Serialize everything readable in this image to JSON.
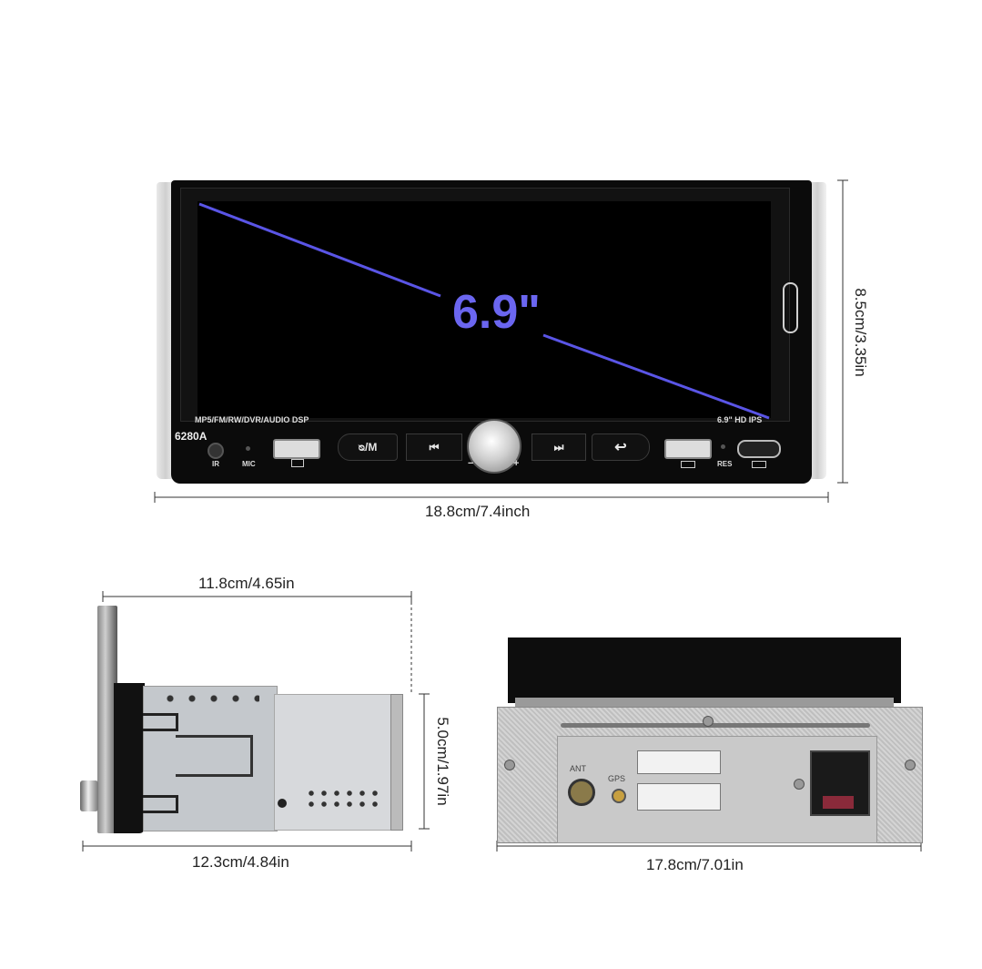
{
  "front": {
    "screen_size": "6.9\"",
    "features_label": "MP5/FM/RW/DVR/AUDIO DSP",
    "screen_type": "6.9\" HD IPS",
    "model": "6280A",
    "ir_label": "IR",
    "mic_label": "MIC",
    "res_label": "RES",
    "power_mode_label": "ᴓ/M",
    "prev_symbol": "⏮",
    "next_symbol": "⏭",
    "back_symbol": "↩",
    "minus_symbol": "−",
    "plus_symbol": "+",
    "width_dim": "18.8cm/7.4inch",
    "height_dim": "8.5cm/3.35in"
  },
  "side": {
    "depth_top_dim": "11.8cm/4.65in",
    "depth_bottom_dim": "12.3cm/4.84in",
    "height_dim": "5.0cm/1.97in"
  },
  "back": {
    "width_dim": "17.8cm/7.01in",
    "ant_label": "ANT",
    "gps_label": "GPS"
  },
  "colors": {
    "diagonal": "#5a55e6",
    "screen_text": "#6b66f0"
  }
}
